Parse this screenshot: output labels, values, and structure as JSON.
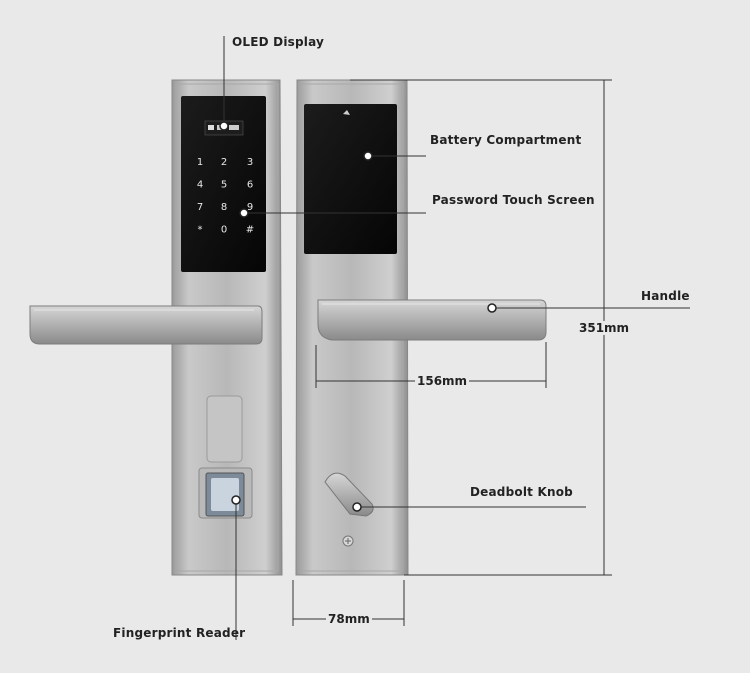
{
  "labels": {
    "oled_display": "OLED Display",
    "battery_compartment": "Battery Compartment",
    "password_touch_screen": "Password Touch Screen",
    "handle": "Handle",
    "deadbolt_knob": "Deadbolt Knob",
    "fingerprint_reader": "Fingerprint Reader"
  },
  "dimensions": {
    "height": "351mm",
    "handle_length": "156mm",
    "width": "78mm"
  },
  "keypad": {
    "keys": [
      "1",
      "2",
      "3",
      "4",
      "5",
      "6",
      "7",
      "8",
      "9",
      "*",
      "0",
      "#"
    ]
  },
  "colors": {
    "background": "#e9e9e9",
    "steel": "#b5b5b5",
    "glass": "#0e0e0e",
    "line": "#333333"
  }
}
